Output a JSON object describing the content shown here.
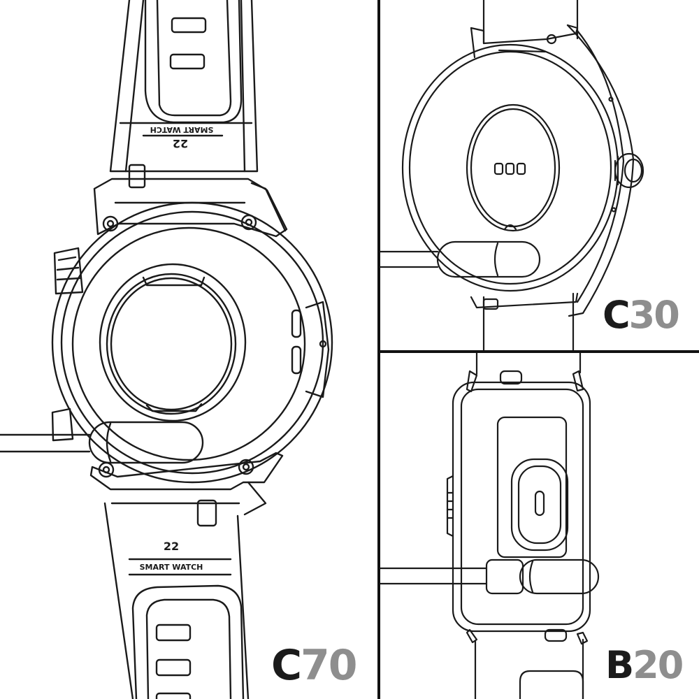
{
  "colors": {
    "line": "#1a1a1a",
    "label_dark": "#1b1b1b",
    "label_gray": "#8e8e8e",
    "divider": "#111111",
    "background": "#ffffff"
  },
  "panels": {
    "c70": {
      "strap_top": {
        "size_mark": "22",
        "brand_text": "SMART WATCH"
      },
      "strap_bottom": {
        "size_mark": "22",
        "brand_text": "SMART WATCH"
      },
      "model_label": {
        "lead": "C",
        "rest": "70"
      }
    },
    "c30": {
      "model_label": {
        "lead": "C",
        "rest": "30"
      }
    },
    "b20": {
      "model_label": {
        "lead": "B",
        "rest": "20"
      }
    }
  }
}
